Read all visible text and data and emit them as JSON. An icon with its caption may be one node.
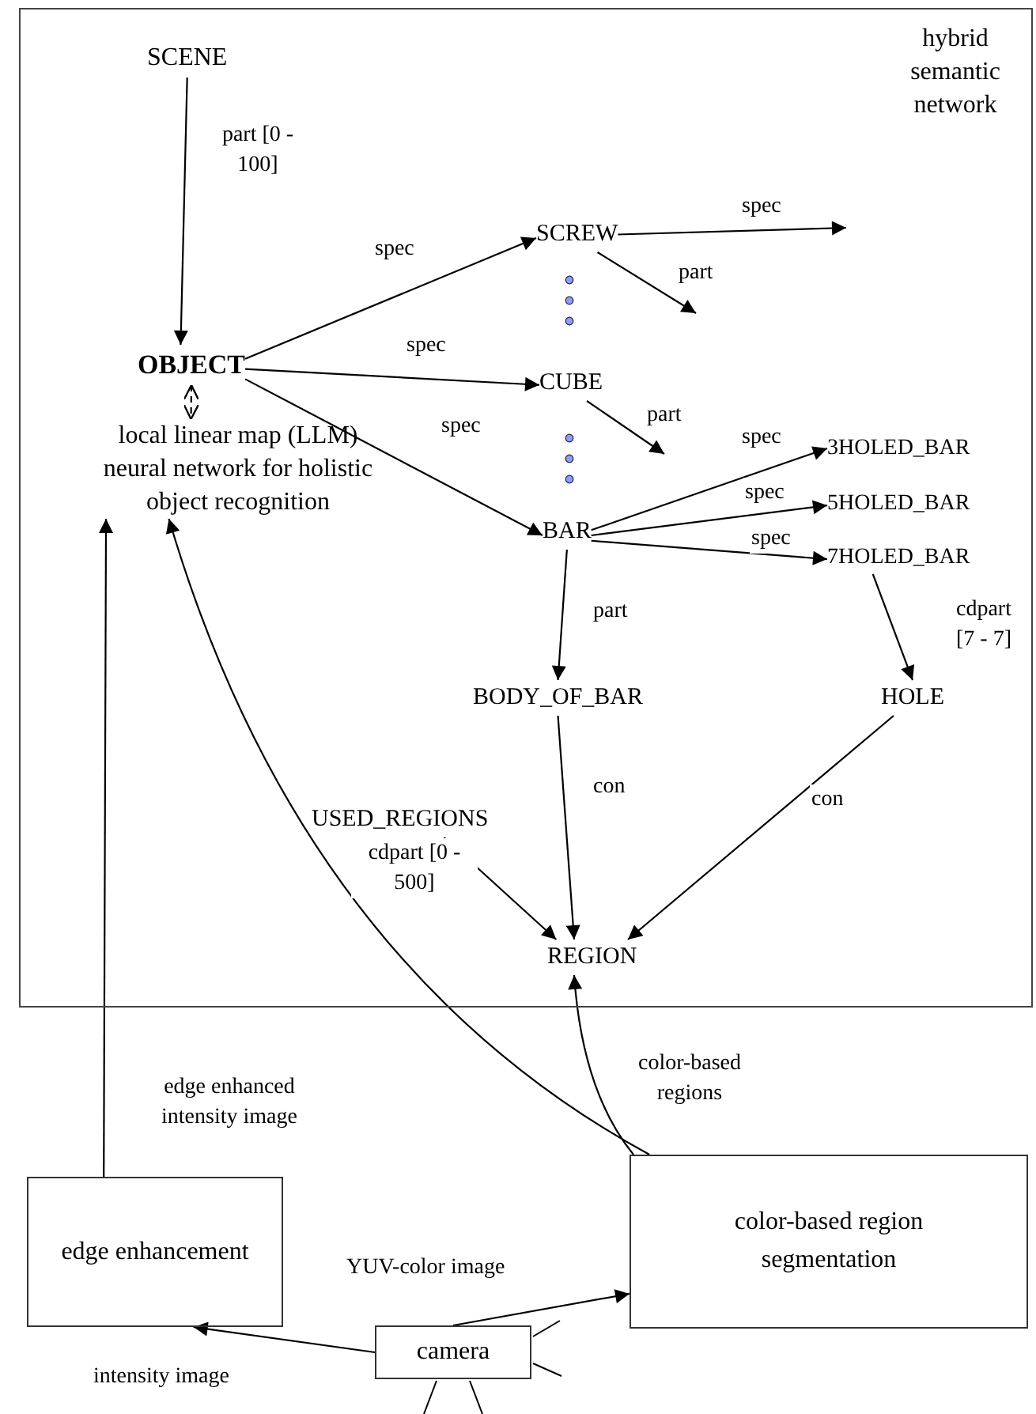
{
  "diagram": {
    "nodes": [
      {
        "text": [
          "hybrid semantic network"
        ]
      },
      {
        "text": [
          "SCENE"
        ],
        "in": 0
      },
      {
        "text": [
          "OBJECT"
        ],
        "in": 0
      },
      {
        "text": [
          "local linear map (LLM) neural network for holistic object recognition"
        ],
        "in": 0
      },
      {
        "text": [
          "SCREW"
        ],
        "in": 0
      },
      {
        "text": [
          "CUBE"
        ],
        "in": 0
      },
      {
        "text": [
          "BAR"
        ],
        "in": 0
      },
      {
        "text": [
          "3HOLED_BAR"
        ],
        "in": 0
      },
      {
        "text": [
          "5HOLED_BAR"
        ],
        "in": 0
      },
      {
        "text": [
          "7HOLED_BAR"
        ],
        "in": 0
      },
      {
        "text": [
          "BODY_OF_BAR"
        ],
        "in": 0
      },
      {
        "text": [
          "HOLE"
        ],
        "in": 0
      },
      {
        "text": [
          "USED_REGIONS"
        ],
        "in": 0
      },
      {
        "text": [
          "REGION"
        ],
        "in": 0
      },
      {
        "text": [
          "edge enhancement"
        ]
      },
      {
        "text": [
          "color-based region segmentation"
        ]
      },
      {
        "text": [
          "camera"
        ]
      }
    ],
    "edges": [
      {
        "from": 1,
        "to": 2,
        "arrow": "to",
        "label": "part [0 - 100]"
      },
      {
        "from": 2,
        "to": 4,
        "arrow": "to",
        "label": "spec"
      },
      {
        "from": 2,
        "to": 5,
        "arrow": "to",
        "label": "spec"
      },
      {
        "from": 2,
        "to": 6,
        "arrow": "to",
        "label": "spec"
      },
      {
        "from": 4,
        "to": null,
        "arrow": "to",
        "label": "spec"
      },
      {
        "from": 4,
        "to": null,
        "arrow": "to",
        "label": "part"
      },
      {
        "from": 5,
        "to": null,
        "arrow": "to",
        "label": "part"
      },
      {
        "from": 6,
        "to": 7,
        "arrow": "to",
        "label": "spec"
      },
      {
        "from": 6,
        "to": 8,
        "arrow": "to",
        "label": "spec"
      },
      {
        "from": 6,
        "to": 9,
        "arrow": "to",
        "label": "spec"
      },
      {
        "from": 9,
        "to": 11,
        "arrow": "to",
        "label": "cdpart [7 - 7]"
      },
      {
        "from": 6,
        "to": 10,
        "arrow": "to",
        "label": "part"
      },
      {
        "from": 10,
        "to": 13,
        "arrow": "to",
        "label": "con"
      },
      {
        "from": 11,
        "to": 13,
        "arrow": "to",
        "label": "con"
      },
      {
        "from": 12,
        "to": 13,
        "arrow": "to",
        "label": "cdpart [0 - 500]"
      },
      {
        "from": 2,
        "to": 3,
        "arrow": "both",
        "style": "dashed"
      },
      {
        "from": 14,
        "to": 3,
        "arrow": "to",
        "label": "edge enhanced intensity image"
      },
      {
        "from": 15,
        "to": 3,
        "arrow": "to"
      },
      {
        "from": 15,
        "to": 13,
        "arrow": "to",
        "label": "color-based regions"
      },
      {
        "from": 16,
        "to": 14,
        "arrow": "to",
        "label": "intensity image"
      },
      {
        "from": 16,
        "to": 15,
        "arrow": "to",
        "label": "YUV-color image"
      }
    ]
  }
}
